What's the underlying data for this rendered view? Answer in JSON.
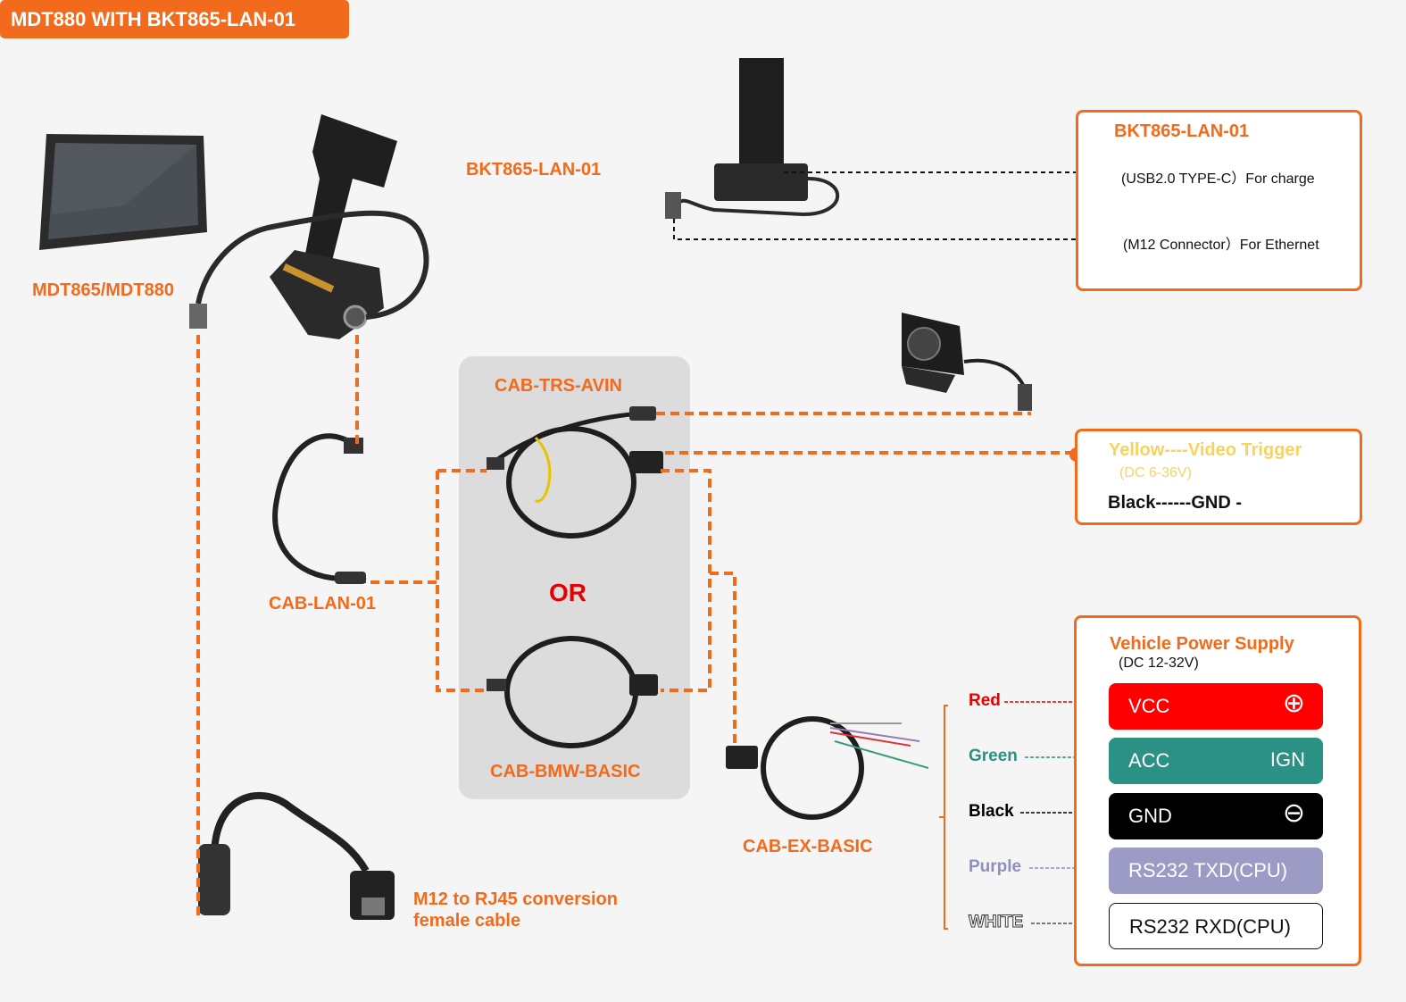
{
  "title": "MDT880 WITH BKT865-LAN-01",
  "labels": {
    "tablet": "MDT865/MDT880",
    "bracket": "BKT865-LAN-01",
    "cab_lan": "CAB-LAN-01",
    "cab_trs": "CAB-TRS-AVIN",
    "or": "OR",
    "cab_bmw": "CAB-BMW-BASIC",
    "cab_ex": "CAB-EX-BASIC",
    "m12_line1": "M12 to RJ45 conversion",
    "m12_line2": "female cable"
  },
  "bkt_box": {
    "title": "BKT865-LAN-01",
    "line1": "(USB2.0 TYPE-C）For charge",
    "line2": "(M12 Connector）For Ethernet"
  },
  "trigger_box": {
    "line1": "Yellow----Video Trigger",
    "line2": "(DC 6-36V)",
    "line3": "Black------GND -"
  },
  "power_box": {
    "title": "Vehicle Power Supply",
    "subtitle": "(DC 12-32V)",
    "rows": [
      {
        "wire": "Red",
        "label": "VCC",
        "right": "⊕",
        "color": "#ff0000",
        "wire_color": "#e60000"
      },
      {
        "wire": "Green",
        "label": "ACC",
        "right": "IGN",
        "color": "#2a9184",
        "wire_color": "#2a9184"
      },
      {
        "wire": "Black",
        "label": "GND",
        "right": "⊖",
        "color": "#000000",
        "wire_color": "#000000"
      },
      {
        "wire": "Purple",
        "label": "RS232 TXD(CPU)",
        "right": "",
        "color": "#9c9bc6",
        "wire_color": "#8f8fbd"
      },
      {
        "wire": "WHITE",
        "label": "RS232 RXD(CPU)",
        "right": "",
        "color": "#ffffff",
        "wire_color": "#ffffff"
      }
    ]
  },
  "colors": {
    "accent": "#f26a1b",
    "panel": "#dcdcdc",
    "trigger_yellow": "#f7d35c"
  }
}
